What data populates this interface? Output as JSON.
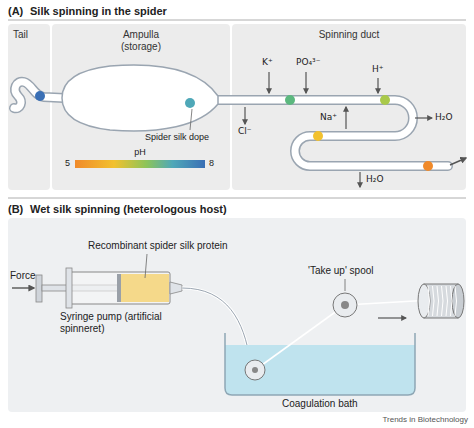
{
  "diagram": {
    "nodes": [
      {
        "text": [
          "Tail"
        ]
      },
      {
        "text": [
          "Ampulla (storage)"
        ]
      },
      {
        "text": [
          "Spinning duct"
        ]
      }
    ],
    "labels": [
      "(A)",
      "Silk spinning in the spider",
      "K⁺",
      "PO₄³⁻",
      "H⁺",
      "Cl⁻",
      "Na⁺",
      "H₂O",
      "H₂O",
      "Spider silk dope",
      "pH",
      "5",
      "8",
      "(B)",
      "Wet silk spinning (heterologous host)",
      "Force",
      "Recombinant spider silk protein",
      "Syringe pump (artificial spinneret)",
      "'Take up' spool",
      "Coagulation bath",
      "Trends in Biotechnology"
    ]
  }
}
